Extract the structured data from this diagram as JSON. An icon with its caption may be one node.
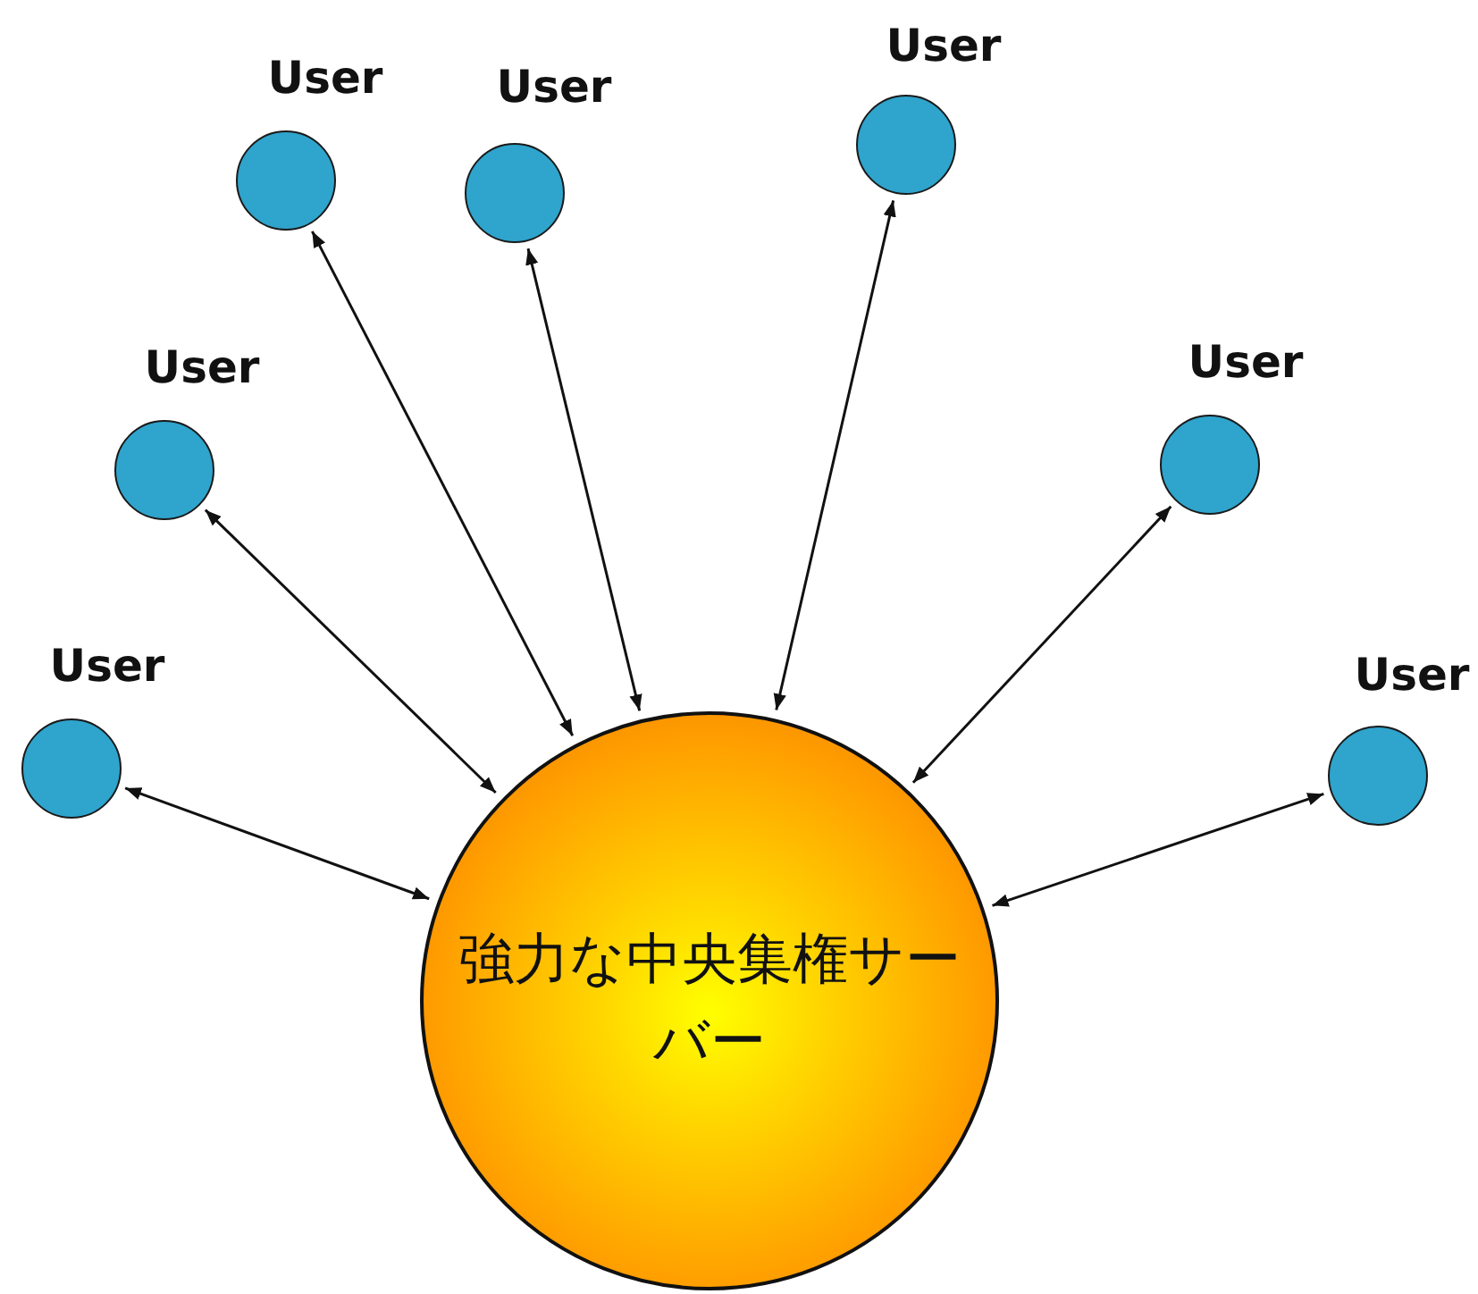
{
  "diagram": {
    "nodes": [
      {
        "text": [
          "User"
        ]
      },
      {
        "text": [
          "User"
        ]
      },
      {
        "text": [
          "User"
        ]
      },
      {
        "text": [
          "User"
        ]
      },
      {
        "text": [
          "User"
        ]
      },
      {
        "text": [
          "User"
        ]
      },
      {
        "text": [
          "User"
        ]
      },
      {
        "text": [
          "強力な中央集権サーバー"
        ]
      }
    ],
    "edges": [
      {
        "from": 7,
        "to": 0,
        "arrow": "both"
      },
      {
        "from": 7,
        "to": 1,
        "arrow": "both"
      },
      {
        "from": 7,
        "to": 2,
        "arrow": "both"
      },
      {
        "from": 7,
        "to": 3,
        "arrow": "both"
      },
      {
        "from": 7,
        "to": 4,
        "arrow": "both"
      },
      {
        "from": 7,
        "to": 5,
        "arrow": "both"
      },
      {
        "from": 7,
        "to": 6,
        "arrow": "both"
      }
    ]
  }
}
